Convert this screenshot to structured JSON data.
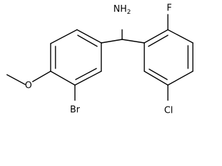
{
  "molecule": {
    "atoms": {
      "amine": "NH2",
      "fluorine": "F",
      "bromine": "Br",
      "chlorine": "Cl",
      "oxygen": "O"
    },
    "colors": {
      "bond": "#000000",
      "label": "#000000",
      "background": "#ffffff"
    }
  }
}
